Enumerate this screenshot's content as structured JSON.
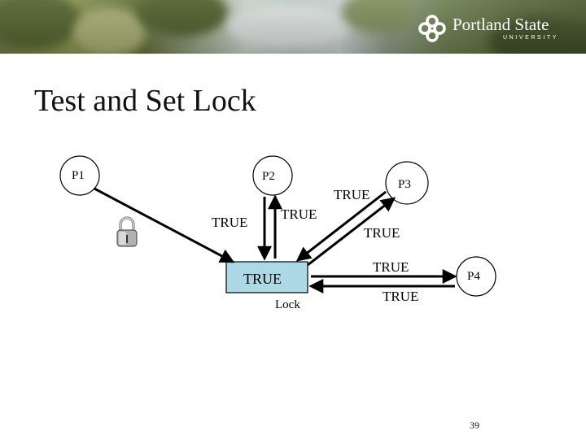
{
  "header": {
    "logo": {
      "name": "Portland State",
      "subtitle": "UNIVERSITY"
    }
  },
  "slide": {
    "title": "Test and Set Lock",
    "page_number": "39"
  },
  "diagram": {
    "processes": {
      "p1": "P1",
      "p2": "P2",
      "p3": "P3",
      "p4": "P4"
    },
    "lock": {
      "value": "TRUE",
      "caption": "Lock",
      "fill_color": "#add8e6"
    },
    "edge_labels": {
      "p2_left": "TRUE",
      "p2_right": "TRUE",
      "p3_upper": "TRUE",
      "p3_lower": "TRUE",
      "p4_upper": "TRUE",
      "p4_lower": "TRUE"
    },
    "padlock_icon": "padlock-icon"
  }
}
